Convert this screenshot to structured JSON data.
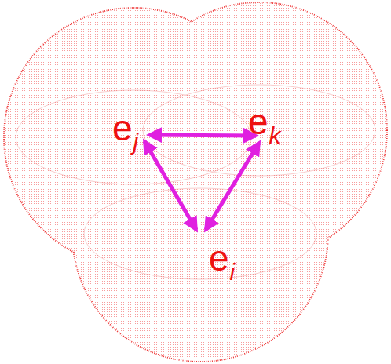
{
  "diagram": {
    "labels": [
      "e",
      "j",
      "e",
      "k",
      "e",
      "i"
    ]
  }
}
